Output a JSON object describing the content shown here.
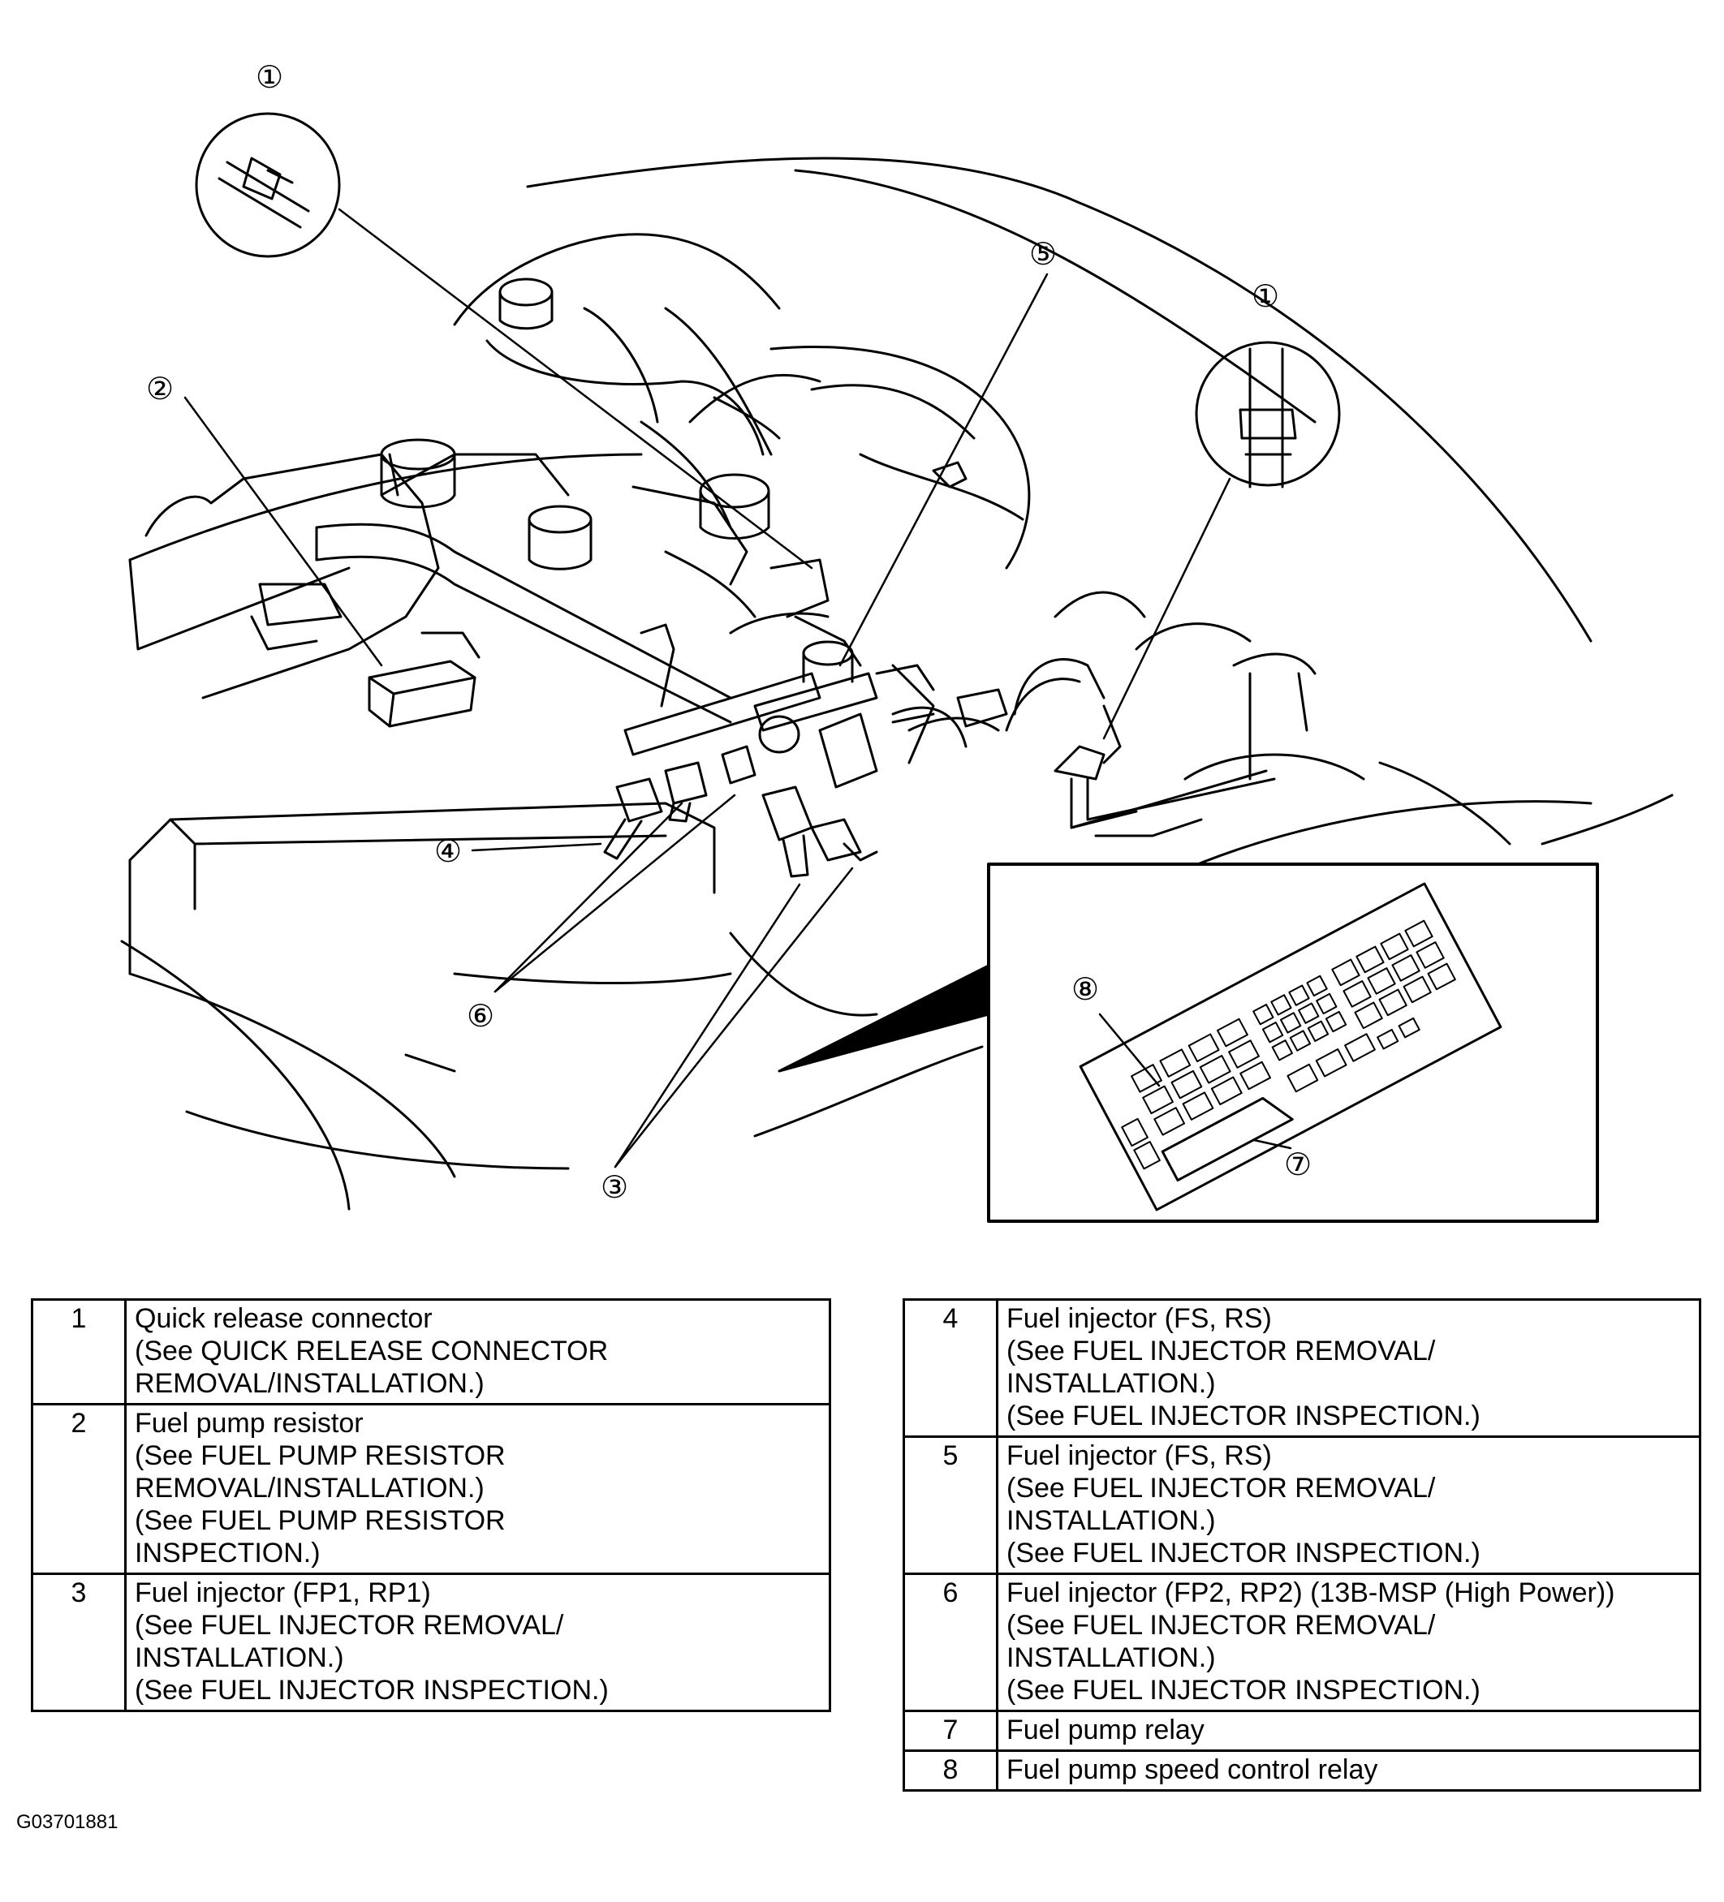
{
  "callouts": {
    "c1a": "①",
    "c1b": "①",
    "c2": "②",
    "c3": "③",
    "c4": "④",
    "c5": "⑤",
    "c6": "⑥",
    "c7": "⑦",
    "c8": "⑧"
  },
  "legend_left": [
    {
      "num": "1",
      "lines": [
        "Quick release connector",
        "(See QUICK RELEASE CONNECTOR",
        "REMOVAL/INSTALLATION.)"
      ]
    },
    {
      "num": "2",
      "lines": [
        "Fuel pump resistor",
        "(See FUEL PUMP RESISTOR",
        "REMOVAL/INSTALLATION.)",
        "(See FUEL PUMP RESISTOR",
        "INSPECTION.)"
      ]
    },
    {
      "num": "3",
      "lines": [
        "Fuel injector (FP1, RP1)",
        "(See FUEL INJECTOR REMOVAL/",
        "INSTALLATION.)",
        "(See FUEL INJECTOR INSPECTION.)"
      ]
    }
  ],
  "legend_right": [
    {
      "num": "4",
      "lines": [
        "Fuel injector (FS, RS)",
        "(See FUEL INJECTOR REMOVAL/",
        "INSTALLATION.)",
        "(See FUEL INJECTOR INSPECTION.)"
      ]
    },
    {
      "num": "5",
      "lines": [
        "Fuel injector (FS, RS)",
        "(See FUEL INJECTOR REMOVAL/",
        "INSTALLATION.)",
        "(See FUEL INJECTOR INSPECTION.)"
      ]
    },
    {
      "num": "6",
      "lines": [
        "Fuel injector (FP2, RP2) (13B-MSP (High Power))",
        "(See FUEL INJECTOR REMOVAL/",
        "INSTALLATION.)",
        "(See FUEL INJECTOR INSPECTION.)"
      ]
    },
    {
      "num": "7",
      "lines": [
        "Fuel pump relay"
      ]
    },
    {
      "num": "8",
      "lines": [
        "Fuel pump speed control relay"
      ]
    }
  ],
  "figure_code": "G03701881"
}
